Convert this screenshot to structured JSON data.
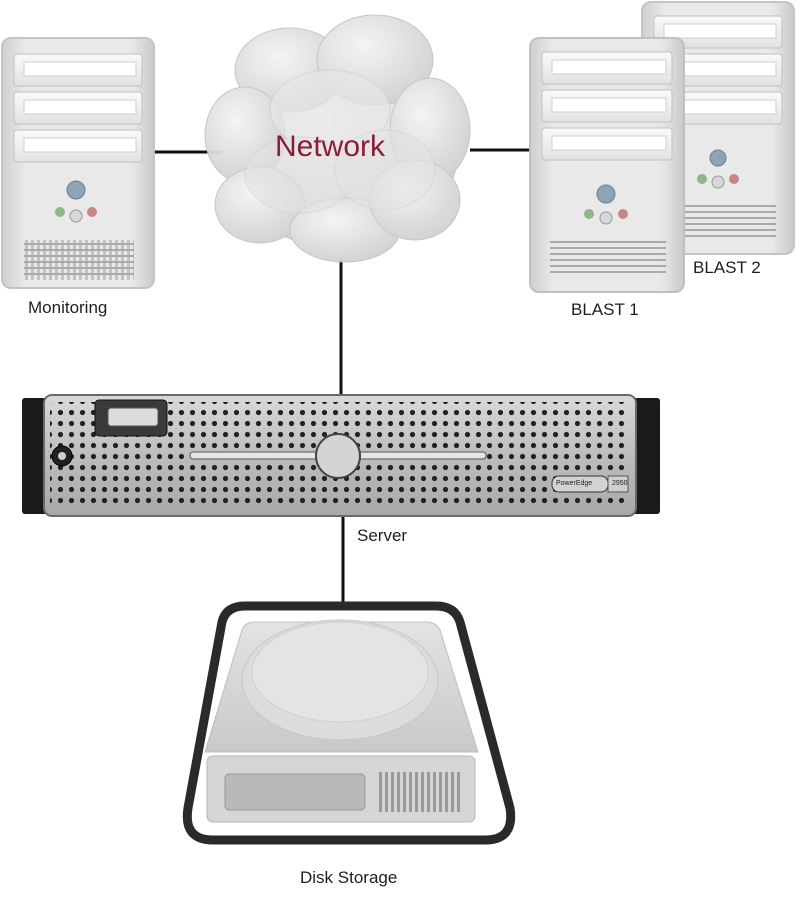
{
  "diagram": {
    "nodes": [
      {
        "id": "network",
        "label": "Network",
        "kind": "cloud"
      },
      {
        "id": "monitoring",
        "label": "Monitoring",
        "kind": "tower-computer"
      },
      {
        "id": "blast1",
        "label": "BLAST 1",
        "kind": "tower-computer"
      },
      {
        "id": "blast2",
        "label": "BLAST 2",
        "kind": "tower-computer"
      },
      {
        "id": "server",
        "label": "Server",
        "kind": "rack-server"
      },
      {
        "id": "disk",
        "label": "Disk Storage",
        "kind": "hard-disk"
      }
    ],
    "edges": [
      {
        "from": "monitoring",
        "to": "network"
      },
      {
        "from": "network",
        "to": "blast1"
      },
      {
        "from": "network",
        "to": "server"
      },
      {
        "from": "server",
        "to": "disk"
      }
    ],
    "server_panel": {
      "brand": "PowerEdge",
      "model": "2950"
    },
    "colors": {
      "network_label": "#8b1c34",
      "tower_face": "#dcdcdc",
      "tower_frame": "#e6e6e6",
      "cloud": "#d8d8d8",
      "server_face": "#b8b8b8",
      "server_ears": "#1a1a1a",
      "disk_outline": "#2a2a2a",
      "disk_body": "#d4d4d4",
      "connector": "#111111"
    },
    "icons": [
      "monitoring-tower-icon",
      "blast1-tower-icon",
      "blast2-tower-icon",
      "network-cloud-icon",
      "server-rack-icon",
      "disk-drive-icon"
    ]
  }
}
